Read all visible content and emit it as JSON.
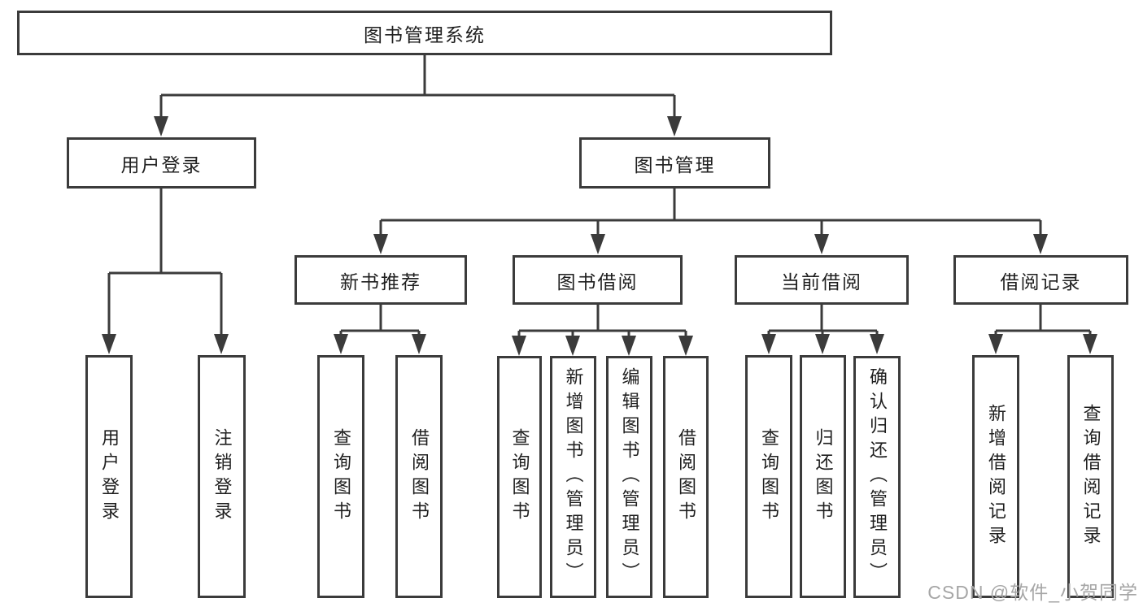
{
  "nodes": {
    "root": "图书管理系统",
    "user_login": "用户登录",
    "book_mgmt": "图书管理",
    "new_book_rec": "新书推荐",
    "book_borrow": "图书借阅",
    "current_borrow": "当前借阅",
    "borrow_records": "借阅记录",
    "leaf_user_login": "用户登录",
    "leaf_logout": "注销登录",
    "leaf_nbr_query": "查询图书",
    "leaf_nbr_borrow": "借阅图书",
    "leaf_bb_query": "查询图书",
    "leaf_bb_add": "新增图书（管理员）",
    "leaf_bb_edit": "编辑图书（管理员）",
    "leaf_bb_borrow": "借阅图书",
    "leaf_cb_query": "查询图书",
    "leaf_cb_return": "归还图书",
    "leaf_cb_confirm": "确认归还（管理员）",
    "leaf_br_add": "新增借阅记录",
    "leaf_br_query": "查询借阅记录"
  },
  "watermark": "CSDN @软件_小贺同学",
  "colors": {
    "line": "#3b3b3b",
    "box_border": "#3b3b3b",
    "box_fill": "#ffffff",
    "text": "#1f1f1f",
    "watermark": "#a6a6a6",
    "background": "#ffffff"
  }
}
